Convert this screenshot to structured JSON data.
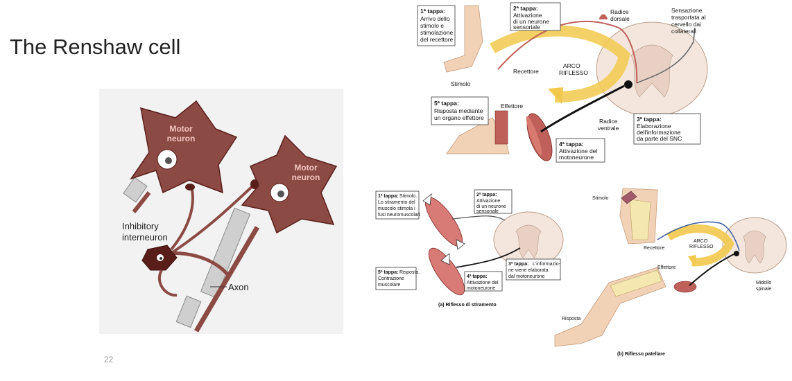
{
  "slide": {
    "title": "The Renshaw cell",
    "page_number": "22"
  },
  "renshaw": {
    "motor_neuron_1": [
      "Motor",
      "neuron"
    ],
    "motor_neuron_2": [
      "Motor",
      "neuron"
    ],
    "inhibitory": [
      "Inhibitory",
      "interneuron"
    ],
    "axon": "Axon"
  },
  "reflex_arc": {
    "steps": [
      {
        "title": "1ª tappa:",
        "lines": [
          "Arrivo dello",
          "stimolo e",
          "stimolazione",
          "del recettore"
        ]
      },
      {
        "title": "2ª tappa:",
        "lines": [
          "Attivazione",
          "di un neurone",
          "sensoriale"
        ]
      },
      {
        "title": "3ª tappa:",
        "lines": [
          "Elaborazione",
          "dell'informazione",
          "da parte del SNC"
        ]
      },
      {
        "title": "4ª tappa:",
        "lines": [
          "Attivazione del",
          "motoneurone"
        ]
      },
      {
        "title": "5ª tappa:",
        "lines": [
          "Risposta mediante",
          "un organo effettore"
        ]
      }
    ],
    "labels": {
      "radice_dorsale": [
        "Radice",
        "dorsale"
      ],
      "sensazione": [
        "Sensazione",
        "trasportata al",
        "cervello dai",
        "collaterali"
      ],
      "recettore": "Recettore",
      "arco": [
        "ARCO",
        "RIFLESSO"
      ],
      "stimolo": "Stimolo",
      "effettore": "Effettore",
      "radice_ventrale": [
        "Radice",
        "ventrale"
      ]
    }
  },
  "stretch_reflex": {
    "steps": [
      {
        "title": "1ª tappa:",
        "lines": [
          "Stimolo.",
          "Lo stiramento del",
          "muscolo stimola i",
          "fusi neuromuscolari"
        ]
      },
      {
        "title": "2ª tappa:",
        "lines": [
          "Attivazione",
          "di un neurone",
          "sensoriale"
        ]
      },
      {
        "title": "3ª tappa:",
        "lines": [
          "L'informazio-",
          "ne viene elaborata",
          "dal motoneurone"
        ]
      },
      {
        "title": "4ª tappa:",
        "lines": [
          "Attivazione del",
          "motoneurone"
        ]
      },
      {
        "title": "5ª tappa:",
        "lines": [
          "Risposta.",
          "Contrazione",
          "muscolare"
        ]
      }
    ],
    "caption": "(a)  Riflesso di stiramento"
  },
  "patellar_reflex": {
    "labels": {
      "stimolo": "Stimolo",
      "recettore": "Recettore",
      "arco": [
        "ARCO",
        "RIFLESSO"
      ],
      "effettore": "Effettore",
      "midollo": [
        "Midollo",
        "spinale"
      ],
      "risposta": "Risposta"
    },
    "caption": "(b)  Riflesso patellare"
  },
  "colors": {
    "neuron": "#8c4a44",
    "neuron_dark": "#5a1e1a",
    "axon_sheath": "#c9c9c9",
    "diagram_bg": "#f2f2f2",
    "skin": "#f2d2b6",
    "muscle": "#c0605a",
    "arc_yellow": "#f2c94c"
  }
}
